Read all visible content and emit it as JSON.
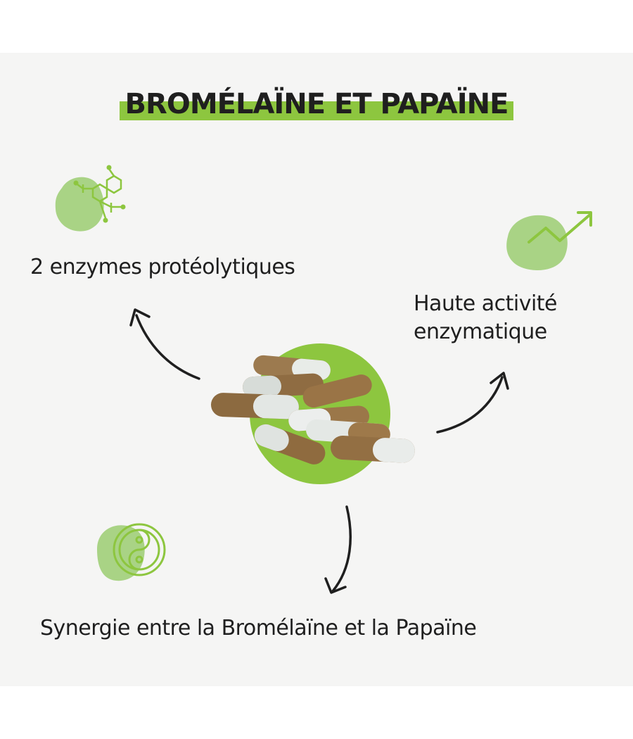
{
  "title": "BROMÉLAÏNE ET PAPAÏNE",
  "features": [
    {
      "label": "2 enzymes protéolytiques",
      "icon": "molecule-icon"
    },
    {
      "label_line1": "Haute activité",
      "label_line2": "enzymatique",
      "icon": "trend-up-icon"
    },
    {
      "label": "Synergie entre la Bromélaïne et la Papaïne",
      "icon": "yin-yang-icon"
    }
  ],
  "colors": {
    "accent": "#8dc63f",
    "blob": "#a9d385",
    "circle": "#8dc63f",
    "text": "#1f1f1f",
    "panel": "#f5f5f4"
  }
}
